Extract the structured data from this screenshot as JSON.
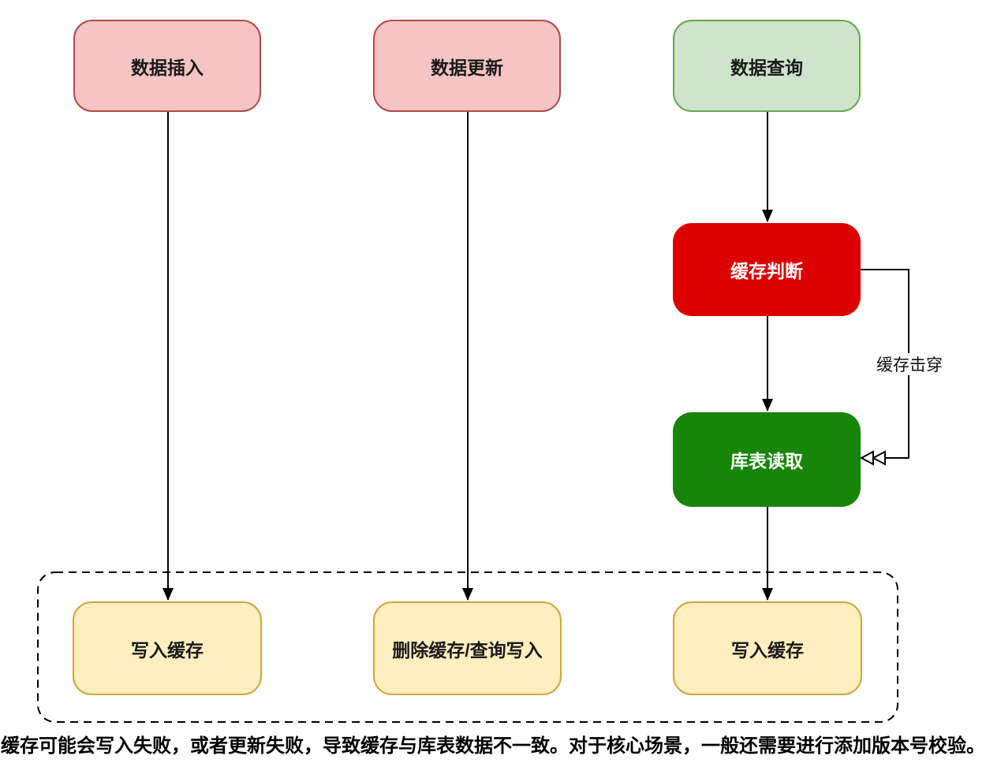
{
  "diagram": {
    "nodes": {
      "insert": {
        "label": "数据插入"
      },
      "update": {
        "label": "数据更新"
      },
      "query": {
        "label": "数据查询"
      },
      "cache_check": {
        "label": "缓存判断"
      },
      "db_read": {
        "label": "库表读取"
      },
      "write_cache_1": {
        "label": "写入缓存"
      },
      "delete_cache": {
        "label": "删除缓存/查询写入"
      },
      "write_cache_2": {
        "label": "写入缓存"
      }
    },
    "edge_labels": {
      "cache_breakdown": "缓存击穿"
    },
    "note": "缓存可能会写入失败，或者更新失败，导致缓存与库表数据不一致。对于核心场景，一般还需要进行添加版本号校验。",
    "colors": {
      "pink_fill": "#f5c4c4",
      "pink_border": "#b04b48",
      "light_green_fill": "#cfe3cd",
      "light_green_border": "#68a74f",
      "red_fill": "#dc0000",
      "dark_green_fill": "#178508",
      "yellow_fill": "#ffeebe",
      "yellow_border": "#cfa63e",
      "line": "#000000"
    }
  }
}
